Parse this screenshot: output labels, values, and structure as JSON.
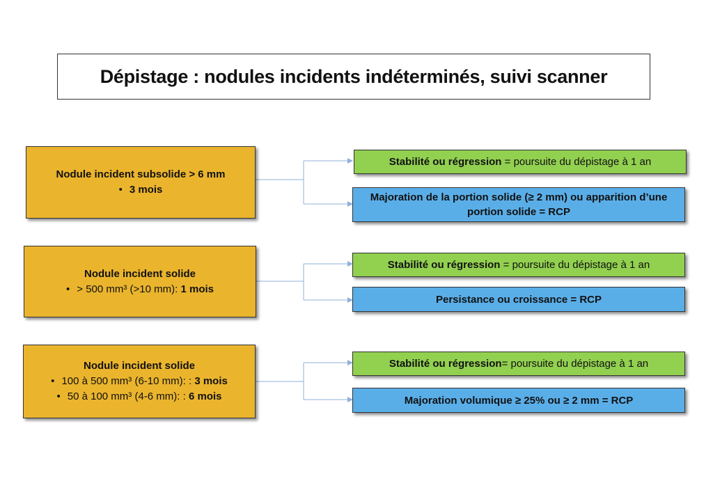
{
  "title": "Dépistage : nodules incidents indéterminés, suivi scanner",
  "colors": {
    "source": "#eab42d",
    "outcome_stable": "#92d050",
    "outcome_rcp": "#5aaee8",
    "connector": "#8fb0d8"
  },
  "rows": [
    {
      "source": {
        "heading": "Nodule incident subsolide > 6 mm",
        "bullets": [
          {
            "pre": "",
            "bold": "3 mois"
          }
        ]
      },
      "stable": {
        "lead": "Stabilité ou régression",
        "rest": " = poursuite du dépistage à 1 an"
      },
      "rcp": {
        "text": "Majoration de la portion solide (≥ 2 mm) ou apparition d’une portion solide  = RCP"
      }
    },
    {
      "source": {
        "heading": "Nodule incident solide",
        "bullets": [
          {
            "pre": "> 500 mm³ (>10 mm):  ",
            "bold": "1 mois"
          }
        ]
      },
      "stable": {
        "lead": "Stabilité ou régression",
        "rest": " = poursuite du dépistage à 1 an"
      },
      "rcp": {
        "text": "Persistance ou croissance = RCP"
      }
    },
    {
      "source": {
        "heading": "Nodule incident solide",
        "bullets": [
          {
            "pre": "100 à 500 mm³ (6-10 mm): : ",
            "bold": "3 mois"
          },
          {
            "pre": "50 à 100 mm³ (4-6 mm): : ",
            "bold": "6 mois"
          }
        ]
      },
      "stable": {
        "lead": "Stabilité ou régression",
        "rest": "= poursuite du dépistage à 1 an"
      },
      "rcp": {
        "text": "Majoration volumique ≥ 25% ou ≥ 2 mm = RCP"
      }
    }
  ]
}
